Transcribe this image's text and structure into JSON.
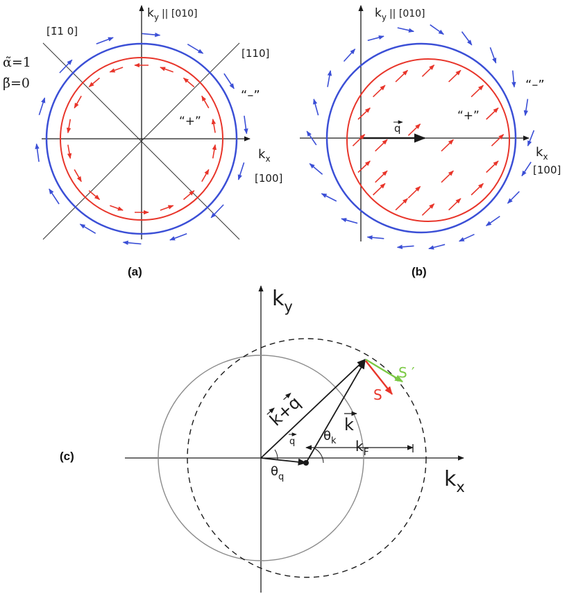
{
  "colors": {
    "blue": "#3b4fd6",
    "red": "#e8352a",
    "green": "#7ac943",
    "axis": "#1a1a1a",
    "grey": "#8a8a8a"
  },
  "panel_a": {
    "ky_label": "k",
    "ky_sub": "y",
    "ky_dir": "|| [010]",
    "kx_label": "k",
    "kx_sub": "x",
    "kx_dir": "[100]",
    "diag_left": "[1̄1 0]",
    "diag_right": "[110]",
    "alpha": "α̃=1",
    "beta": "β̃=0",
    "outer_branch": "“–”",
    "inner_branch": "“+”",
    "caption": "(a)"
  },
  "panel_b": {
    "ky_label": "k",
    "ky_sub": "y",
    "ky_dir": "|| [010]",
    "kx_label": "k",
    "kx_sub": "x",
    "kx_dir": "[100]",
    "q_label": "q",
    "outer_branch": "“–”",
    "inner_branch": "“+”",
    "caption": "(b)"
  },
  "panel_c": {
    "ky_label": "k",
    "ky_sub": "y",
    "kx_label": "k",
    "kx_sub": "x",
    "kq_label": "k+q",
    "k_label": "k",
    "q_label": "q",
    "theta_k": "θ",
    "theta_k_sub": "k",
    "theta_q": "θ",
    "theta_q_sub": "q",
    "kF_label": "k",
    "kF_sub": "F",
    "S_label": "S",
    "Sp_label": "S ′",
    "caption": "(c)"
  }
}
